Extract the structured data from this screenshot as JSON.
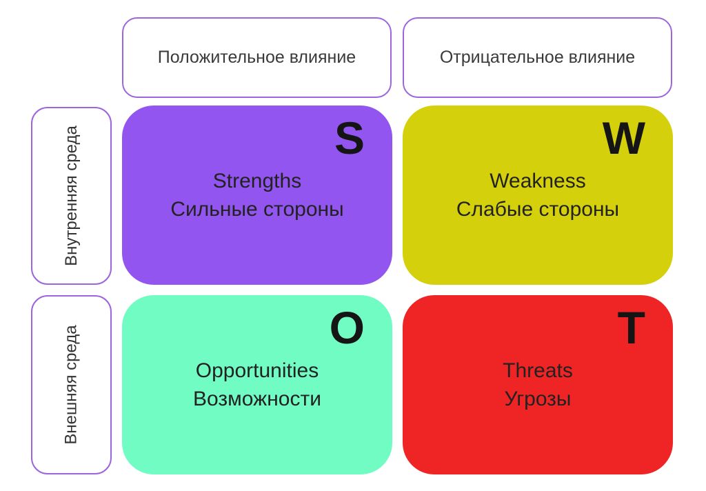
{
  "colors": {
    "background": "#ffffff",
    "outline": "#9c64dd",
    "box_fill": "#ffffff",
    "letter_text": "#151515",
    "quadrant_text": "#222222",
    "header_text": "#3a3a3a",
    "strengths_fill": "#9355ef",
    "weakness_fill": "#d4d00c",
    "opportunities_fill": "#70fcc2",
    "threats_fill": "#ee2425"
  },
  "column_headers": [
    {
      "label": "Положительное влияние"
    },
    {
      "label": "Отрицательное влияние"
    }
  ],
  "row_headers": [
    {
      "label": "Внутренняя среда"
    },
    {
      "label": "Внешняя среда"
    }
  ],
  "quadrants": [
    {
      "letter": "S",
      "title_en": "Strengths",
      "title_ru": "Сильные стороны",
      "fill": "#9355ef"
    },
    {
      "letter": "W",
      "title_en": "Weakness",
      "title_ru": "Слабые стороны",
      "fill": "#d4d00c"
    },
    {
      "letter": "O",
      "title_en": "Opportunities",
      "title_ru": "Возможности",
      "fill": "#70fcc2"
    },
    {
      "letter": "T",
      "title_en": "Threats",
      "title_ru": "Угрозы",
      "fill": "#ee2425"
    }
  ]
}
